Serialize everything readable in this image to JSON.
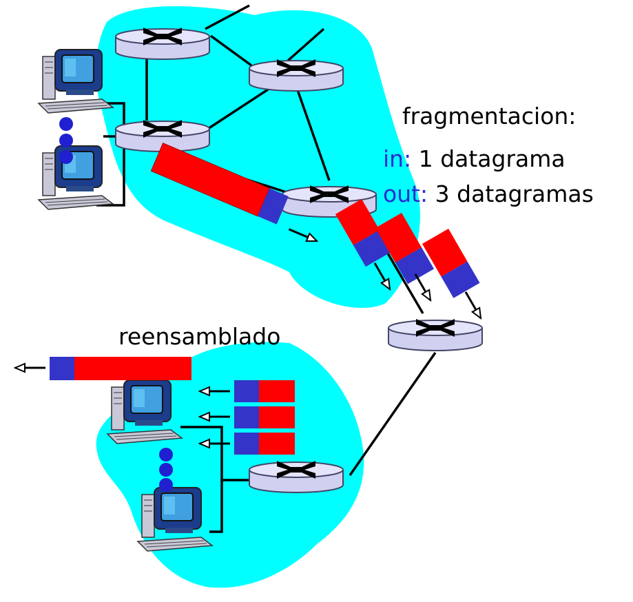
{
  "title": "fragmentacion:",
  "in_line": {
    "label": "in:",
    "text": "1 datagrama"
  },
  "out_line": {
    "label": "out:",
    "text": "3 datagramas"
  },
  "reassembly_label": "reensamblado",
  "colors": {
    "network_fill": "#00ffff",
    "router_fill": "#d0d0f0",
    "router_stroke": "#444466",
    "datagram_payload": "#ff0000",
    "datagram_header": "#3434c8",
    "ellipsis_dots": "#2020d0",
    "monitor_screen": "#40a0e0",
    "link": "#000000"
  },
  "icons": [
    "router-icon",
    "computer-icon",
    "ellipsis-dots",
    "arrow-icon"
  ]
}
